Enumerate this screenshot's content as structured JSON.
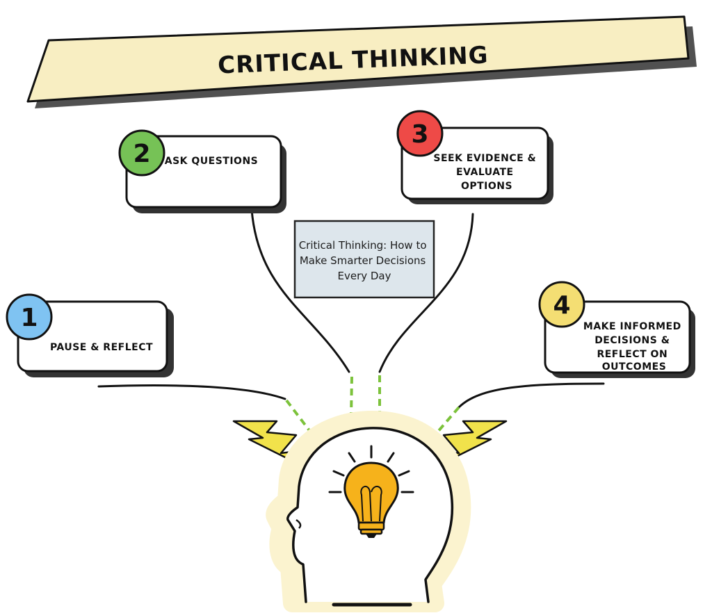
{
  "banner": {
    "title": "CRITICAL THINKING",
    "fill_color": "#f8eec2"
  },
  "caption": {
    "lines": [
      "Critical Thinking: How to",
      "Make Smarter Decisions",
      "Every Day"
    ],
    "fill_color": "#dde6ec"
  },
  "steps": [
    {
      "number": "1",
      "lines": [
        "PAUSE & REFLECT"
      ],
      "badge_color": "#7fc3f2"
    },
    {
      "number": "2",
      "lines": [
        "ASK QUESTIONS"
      ],
      "badge_color": "#76c256"
    },
    {
      "number": "3",
      "lines": [
        "SEEK EVIDENCE &",
        "EVALUATE",
        "OPTIONS"
      ],
      "badge_color": "#ee4a47"
    },
    {
      "number": "4",
      "lines": [
        "MAKE INFORMED",
        "DECISIONS &",
        "REFLECT ON",
        "OUTCOMES"
      ],
      "badge_color": "#f4de73"
    }
  ],
  "colors": {
    "connector_dash": "#7cc23b",
    "bolt": "#f1e24b",
    "bulb": "#f6b21b",
    "head_glow": "#fbf3cf",
    "ink": "#111111"
  },
  "icons": {
    "head": "head-profile-icon",
    "bulb": "lightbulb-icon",
    "bolt": "lightning-bolt-icon"
  }
}
